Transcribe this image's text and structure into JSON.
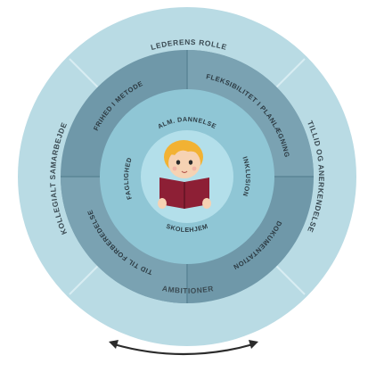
{
  "outer_ring": {
    "top": "LEDERENS ROLLE",
    "right": "TILLID OG ANERKENDELSE",
    "bottom": "AMBITIONER",
    "left": "KOLLEGIALT SAMARBEJDE"
  },
  "middle_ring": {
    "top_left": "FRIHED I METODE",
    "top_right": "FLEKSIBILITET I PLANLÆGNING",
    "bottom_right": "DOKUMENTATION",
    "bottom_left": "TID TIL FORBEREDELSE"
  },
  "inner_ring": {
    "top": "ALM. DANNELSE",
    "right": "INKLUSION",
    "bottom": "SKOLEHJEM",
    "left": "FAGLIGHED"
  },
  "colors": {
    "outer": "#b9dbe4",
    "middle": "#6e97a8",
    "inner": "#8fc6d5",
    "center": "#b3dfea",
    "book": "#8d1f35",
    "hair": "#f2b233",
    "arrow": "#2b2b2b"
  },
  "icons": {
    "center": "child-reading-book-icon",
    "arrow": "curved-double-arrow-icon"
  }
}
